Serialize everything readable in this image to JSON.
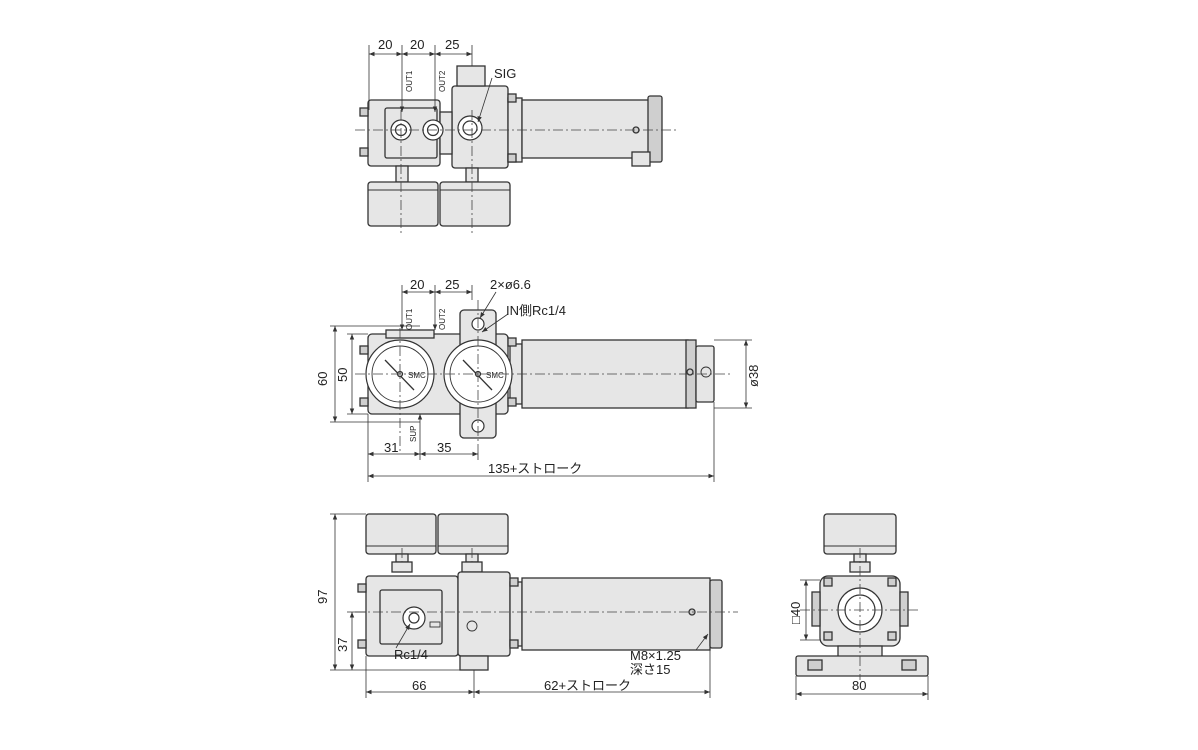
{
  "top_view": {
    "dims": [
      "20",
      "20",
      "25"
    ],
    "ports": [
      "OUT1",
      "OUT2"
    ],
    "sig_label": "SIG"
  },
  "front_view": {
    "dims_top": [
      "20",
      "25"
    ],
    "ports": [
      "OUT1",
      "OUT2"
    ],
    "hole_callout": "2×ø6.6",
    "in_port_callout": "IN側Rc1/4",
    "height_outer": "60",
    "height_inner": "50",
    "dia_label": "ø38",
    "sup_label": "SUP",
    "dims_bottom": [
      "31",
      "35"
    ],
    "overall_length": "135+ストローク",
    "gauge_brand": "SMC"
  },
  "side_view": {
    "height_total": "97",
    "height_port": "37",
    "port_callout": "Rc1/4",
    "thread_callout_1": "M8×1.25",
    "thread_callout_2": "深さ15",
    "dim_base": "66",
    "dim_stroke": "62+ストローク"
  },
  "end_view": {
    "square_label": "□40",
    "width_label": "80"
  }
}
